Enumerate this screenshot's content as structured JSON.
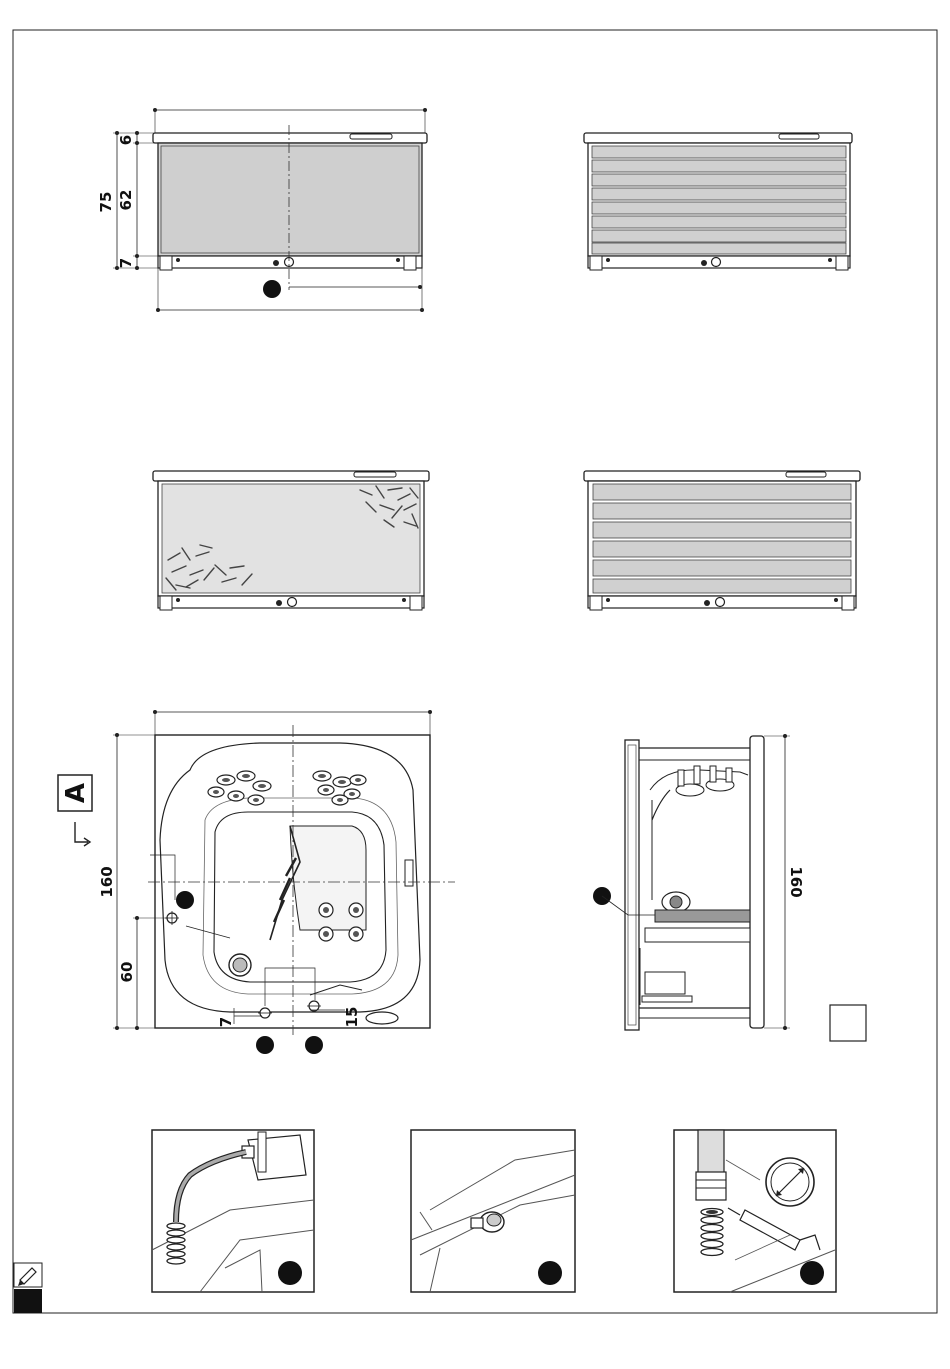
{
  "front_elevation_dims": {
    "total_height": "75",
    "top_band": "6",
    "panel_height": "62",
    "base_height": "7"
  },
  "plan_view": {
    "view_label": "A",
    "length": "160",
    "drain_offset": "60",
    "drain_side_distance": "7",
    "outlet_distance": "15"
  },
  "side_view": {
    "length": "160"
  }
}
